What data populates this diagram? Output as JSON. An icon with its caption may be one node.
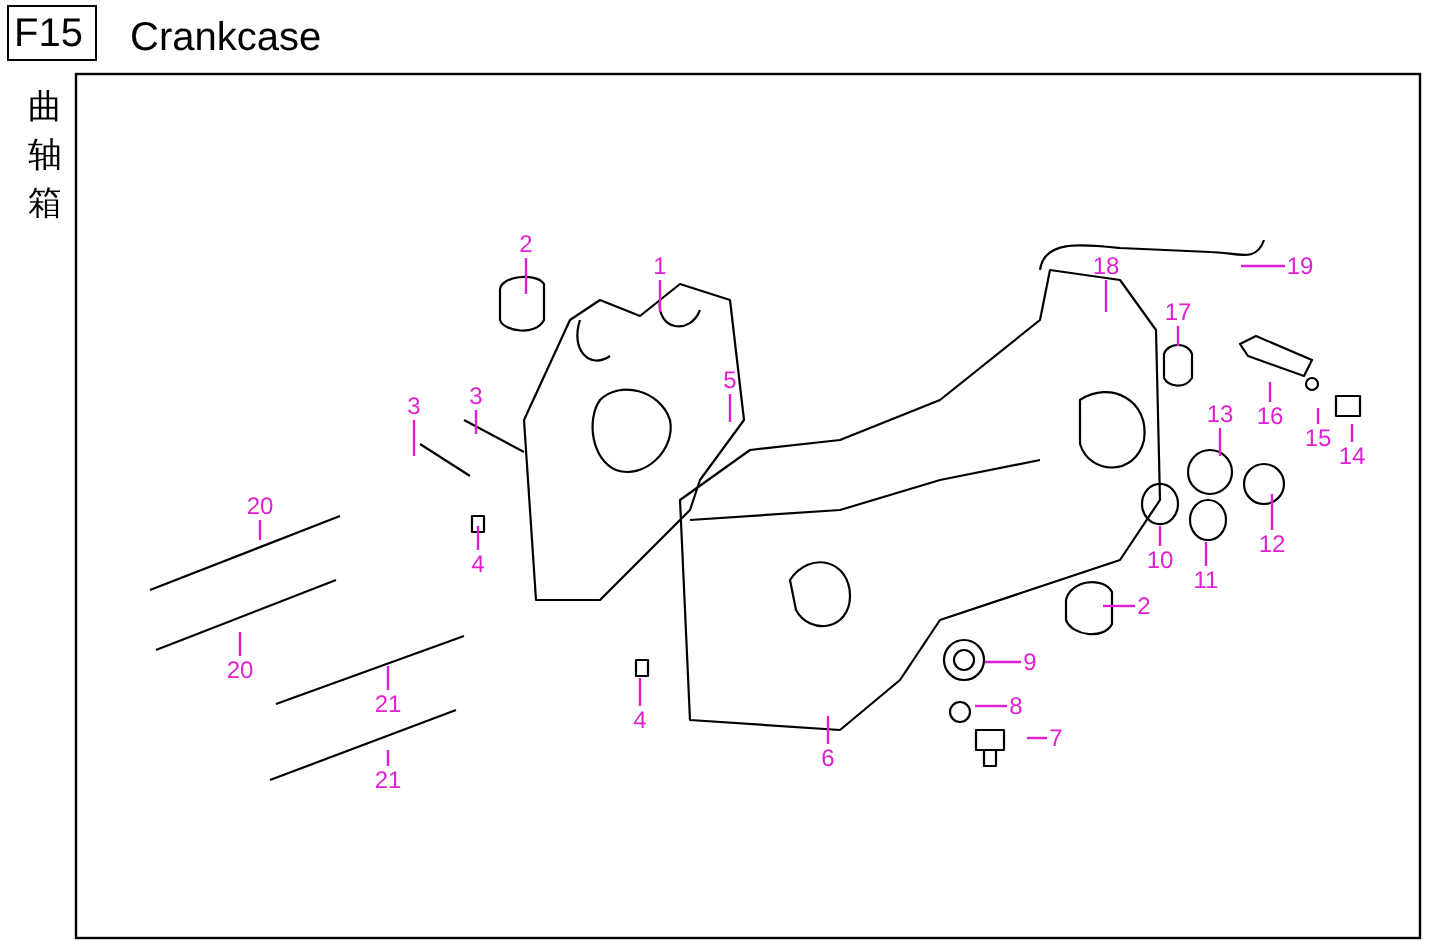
{
  "diagram": {
    "title": "Crankcase",
    "nodes": [
      {
        "text": [
          "2"
        ]
      },
      {
        "text": [
          "1"
        ]
      },
      {
        "text": [
          "18"
        ]
      },
      {
        "text": [
          "19"
        ]
      },
      {
        "text": [
          "17"
        ]
      },
      {
        "text": [
          "5"
        ]
      },
      {
        "text": [
          "3"
        ]
      },
      {
        "text": [
          "3"
        ]
      },
      {
        "text": [
          "13"
        ]
      },
      {
        "text": [
          "16"
        ]
      },
      {
        "text": [
          "15"
        ]
      },
      {
        "text": [
          "14"
        ]
      },
      {
        "text": [
          "20"
        ]
      },
      {
        "text": [
          "12"
        ]
      },
      {
        "text": [
          "10"
        ]
      },
      {
        "text": [
          "4"
        ]
      },
      {
        "text": [
          "11"
        ]
      },
      {
        "text": [
          "2"
        ]
      },
      {
        "text": [
          "9"
        ]
      },
      {
        "text": [
          "20"
        ]
      },
      {
        "text": [
          "8"
        ]
      },
      {
        "text": [
          "21"
        ]
      },
      {
        "text": [
          "4"
        ]
      },
      {
        "text": [
          "7"
        ]
      },
      {
        "text": [
          "6"
        ]
      },
      {
        "text": [
          "21"
        ]
      },
      {
        "text": [],
        "shape": "cylinder"
      }
    ],
    "edges": [
      {
        "from": 0,
        "to": null,
        "arrow": "none"
      },
      {
        "from": 1,
        "to": null,
        "arrow": "none"
      },
      {
        "from": 2,
        "to": null,
        "arrow": "none"
      },
      {
        "from": 3,
        "to": null,
        "arrow": "none"
      },
      {
        "from": 4,
        "to": 26,
        "arrow": "none"
      },
      {
        "from": 5,
        "to": null,
        "arrow": "none"
      },
      {
        "from": 6,
        "to": null,
        "arrow": "none"
      },
      {
        "from": 7,
        "to": null,
        "arrow": "none"
      },
      {
        "from": 8,
        "to": null,
        "arrow": "none"
      },
      {
        "from": 9,
        "to": null,
        "arrow": "none"
      },
      {
        "from": 10,
        "to": null,
        "arrow": "none"
      },
      {
        "from": 11,
        "to": null,
        "arrow": "none"
      },
      {
        "from": 12,
        "to": null,
        "arrow": "none"
      },
      {
        "from": 13,
        "to": null,
        "arrow": "none"
      },
      {
        "from": 14,
        "to": null,
        "arrow": "none"
      },
      {
        "from": 15,
        "to": null,
        "arrow": "none"
      },
      {
        "from": 16,
        "to": null,
        "arrow": "none"
      },
      {
        "from": 17,
        "to": null,
        "arrow": "none"
      },
      {
        "from": 18,
        "to": null,
        "arrow": "none"
      },
      {
        "from": 19,
        "to": null,
        "arrow": "none"
      },
      {
        "from": 20,
        "to": null,
        "arrow": "none"
      },
      {
        "from": 21,
        "to": null,
        "arrow": "none"
      },
      {
        "from": 22,
        "to": null,
        "arrow": "none"
      },
      {
        "from": 23,
        "to": null,
        "arrow": "none"
      },
      {
        "from": 24,
        "to": null,
        "arrow": "none"
      },
      {
        "from": 25,
        "to": null,
        "arrow": "none"
      }
    ],
    "labels": [
      "F15",
      "曲轴箱"
    ]
  }
}
